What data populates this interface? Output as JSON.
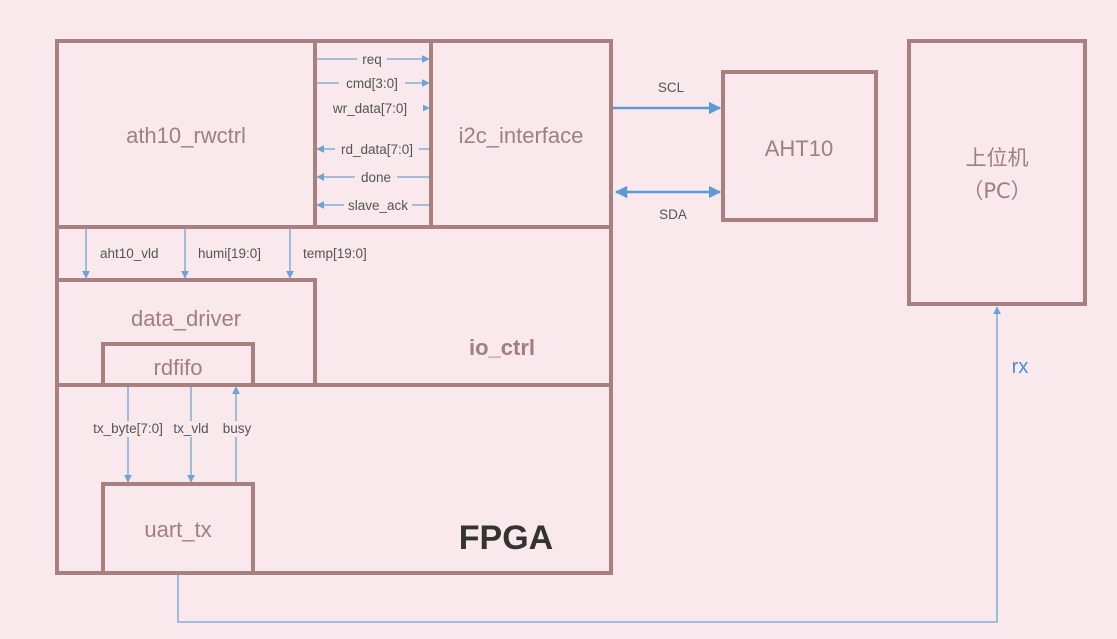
{
  "modules": {
    "ath10_rwctrl": "ath10_rwctrl",
    "i2c_interface": "i2c_interface",
    "aht10": "AHT10",
    "host_line1": "上位机",
    "host_line2": "（PC）",
    "data_driver": "data_driver",
    "rdfifo": "rdfifo",
    "io_ctrl": "io_ctrl",
    "uart_tx": "uart_tx",
    "fpga": "FPGA"
  },
  "signals": {
    "req": "req",
    "cmd": "cmd[3:0]",
    "wr_data": "wr_data[7:0]",
    "rd_data": "rd_data[7:0]",
    "done": "done",
    "slave_ack": "slave_ack",
    "scl": "SCL",
    "sda": "SDA",
    "aht10_vld": "aht10_vld",
    "humi": "humi[19:0]",
    "temp": "temp[19:0]",
    "tx_byte": "tx_byte[7:0]",
    "tx_vld": "tx_vld",
    "busy": "busy",
    "rx": "rx"
  },
  "colors": {
    "background": "#f9e8ec",
    "box_stroke": "#a88080",
    "arrow": "#5b9bd5",
    "module_text": "#a17f7f"
  }
}
